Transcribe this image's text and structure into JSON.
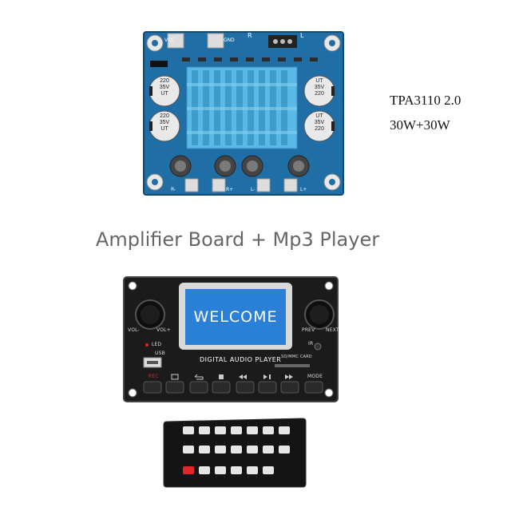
{
  "spec": {
    "model_line": "TPA3110  2.0",
    "power_line": "30W+30W"
  },
  "caption": "Amplifier Board + Mp3 Player",
  "amp_board": {
    "labels": {
      "vcc": "VCC",
      "gnd": "GND",
      "r_top": "R",
      "l_top": "L",
      "r_minus": "R-",
      "r_plus": "R+",
      "l_minus": "L-",
      "l_plus": "L+"
    },
    "capacitor_text": [
      "220",
      "35V",
      "UT"
    ]
  },
  "mp3_panel": {
    "screen_text": "WELCOME",
    "title": "DIGITAL AUDIO PLAYER",
    "labels": {
      "vol_minus": "VOL-",
      "vol_plus": "VOL+",
      "prev": "PREV",
      "next": "NEXT",
      "led": "LED",
      "usb": "USB",
      "sd": "SD/MMC CARD",
      "ir": "IR",
      "rec": "REC",
      "mode": "MODE"
    }
  },
  "colors": {
    "pcb_blue": "#1e6fa8",
    "heatsink": "#4fb6e6",
    "screen": "#2a7fd6",
    "panel": "#1b1b1b",
    "rec_red": "#e0262a"
  }
}
